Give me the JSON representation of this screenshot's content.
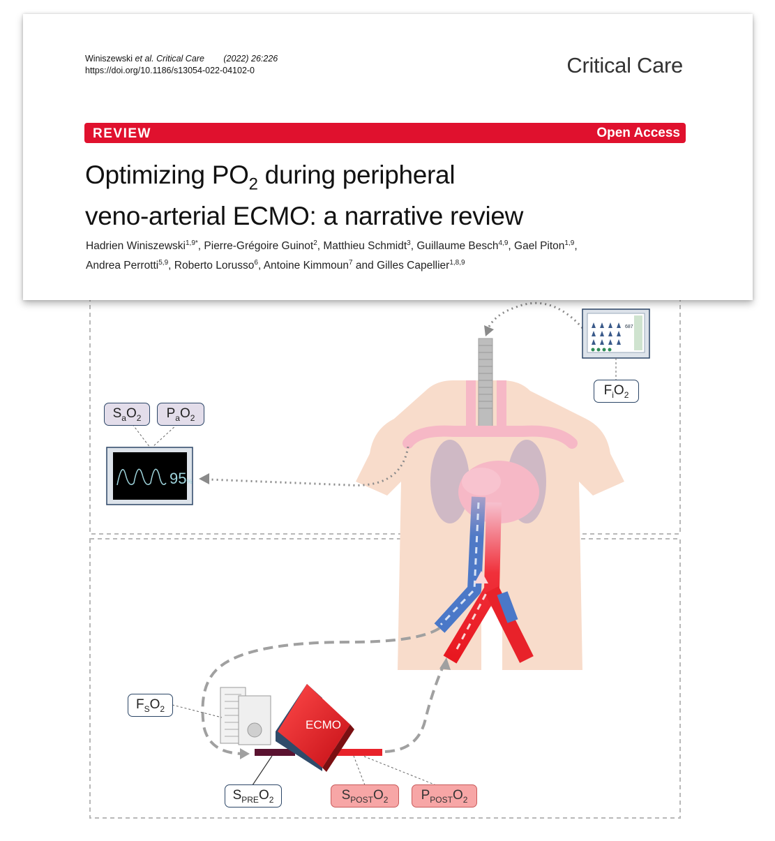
{
  "citation": {
    "authors_short": "Winiszewski",
    "etal": "et al.",
    "journal": "Critical Care",
    "year_volume": "(2022) 26:226",
    "doi": "https://doi.org/10.1186/s13054-022-04102-0"
  },
  "journal_name": "Critical Care",
  "banner": {
    "type": "REVIEW",
    "access": "Open Access"
  },
  "title": {
    "line1_before": "Optimizing PO",
    "line1_sub": "2",
    "line1_after": " during peripheral",
    "line2": "veno-arterial ECMO: a narrative review"
  },
  "authors": [
    {
      "name": "Hadrien Winiszewski",
      "aff": "1,9*"
    },
    {
      "name": "Pierre-Grégoire Guinot",
      "aff": "2"
    },
    {
      "name": "Matthieu Schmidt",
      "aff": "3"
    },
    {
      "name": "Guillaume Besch",
      "aff": "4,9"
    },
    {
      "name": "Gael Piton",
      "aff": "1,9"
    },
    {
      "name": "Andrea Perrotti",
      "aff": "5,9"
    },
    {
      "name": "Roberto Lorusso",
      "aff": "6"
    },
    {
      "name": "Antoine Kimmoun",
      "aff": "7"
    },
    {
      "name": "Gilles Capellier",
      "aff": "1,8,9"
    }
  ],
  "authors_conj": "and",
  "figure": {
    "labels": {
      "sao2": {
        "main": "S",
        "sub": "a",
        "tail": "O",
        "tail_sub": "2"
      },
      "pao2": {
        "main": "P",
        "sub": "a",
        "tail": "O",
        "tail_sub": "2"
      },
      "fio2": {
        "main": "F",
        "sub": "i",
        "tail": "O",
        "tail_sub": "2"
      },
      "fso2": {
        "main": "F",
        "sub": "S",
        "tail": "O",
        "tail_sub": "2"
      },
      "spreo2": {
        "main": "S",
        "sub": "PRE",
        "tail": "O",
        "tail_sub": "2"
      },
      "sposto2": {
        "main": "S",
        "sub": "POST",
        "tail": "O",
        "tail_sub": "2"
      },
      "pposto2": {
        "main": "P",
        "sub": "POST",
        "tail": "O",
        "tail_sub": "2"
      }
    },
    "monitor_value": "95",
    "monitor_unit": "%",
    "ventilator_value": "687",
    "ecmo_label": "ECMO",
    "colors": {
      "banner": "#e0112e",
      "arterial": "#e8222a",
      "venous": "#4a78c8",
      "body": "#f8dccb",
      "vessels": "#f6b8c6",
      "lungs": "#c8b3c4"
    }
  }
}
